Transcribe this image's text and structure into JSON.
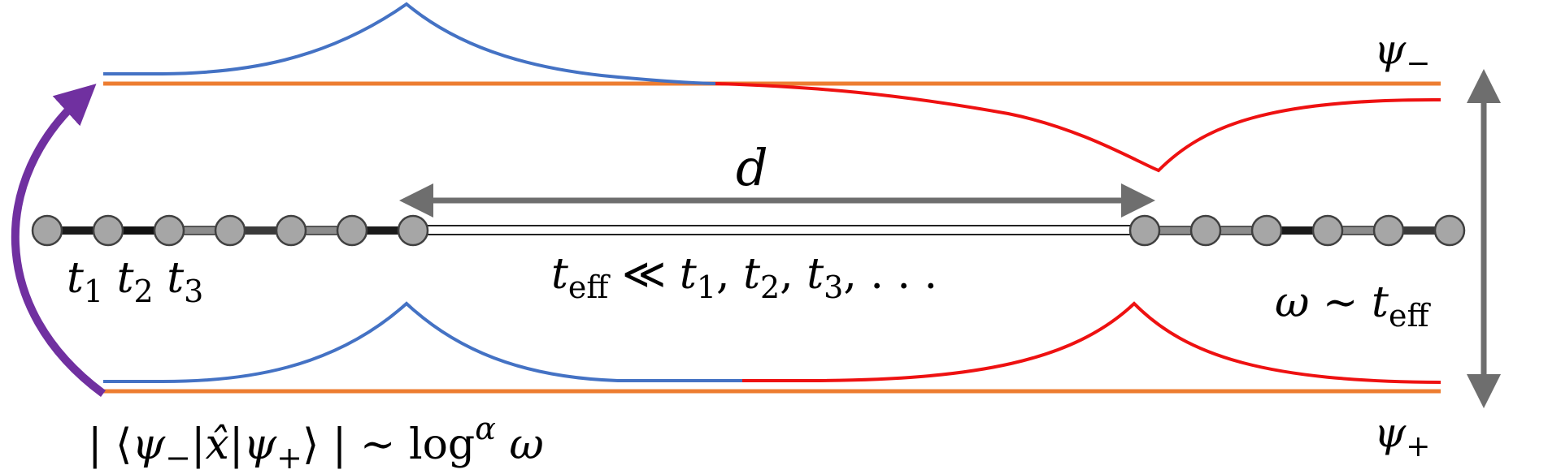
{
  "colors": {
    "blue": "#4472c4",
    "orange": "#ed7d31",
    "red": "#ee1111",
    "purple": "#7030a0",
    "gray": "#6e6e6e",
    "node_fill": "#a6a6a6",
    "node_stroke": "#404040"
  },
  "labels": {
    "psi_minus": {
      "base": "ψ",
      "sub": "−"
    },
    "psi_plus": {
      "base": "ψ",
      "sub": "+"
    },
    "d": "d",
    "t1": {
      "base": "t",
      "sub": "1"
    },
    "t2": {
      "base": "t",
      "sub": "2"
    },
    "t3": {
      "base": "t",
      "sub": "3"
    },
    "t_eff_relation": {
      "t": "t",
      "eff": "eff",
      "rest_pre": " ≪ ",
      "items": [
        {
          "base": "t",
          "sub": "1"
        },
        {
          "base": "t",
          "sub": "2"
        },
        {
          "base": "t",
          "sub": "3"
        }
      ],
      "sep": ", ",
      "ellipsis": ", . . ."
    },
    "omega_relation": {
      "omega": "ω",
      "sim": " ∼ ",
      "t": "t",
      "eff": "eff"
    },
    "matrix_element": {
      "open": "| ⟨",
      "psi1": "ψ",
      "sub1": "−",
      "bar1": "|",
      "xhat": "x̂",
      "bar2": "|",
      "psi2": "ψ",
      "sub2": "+",
      "close": "⟩ | ∼ ",
      "log": "log",
      "alpha": "α",
      "omega": " ω"
    }
  }
}
